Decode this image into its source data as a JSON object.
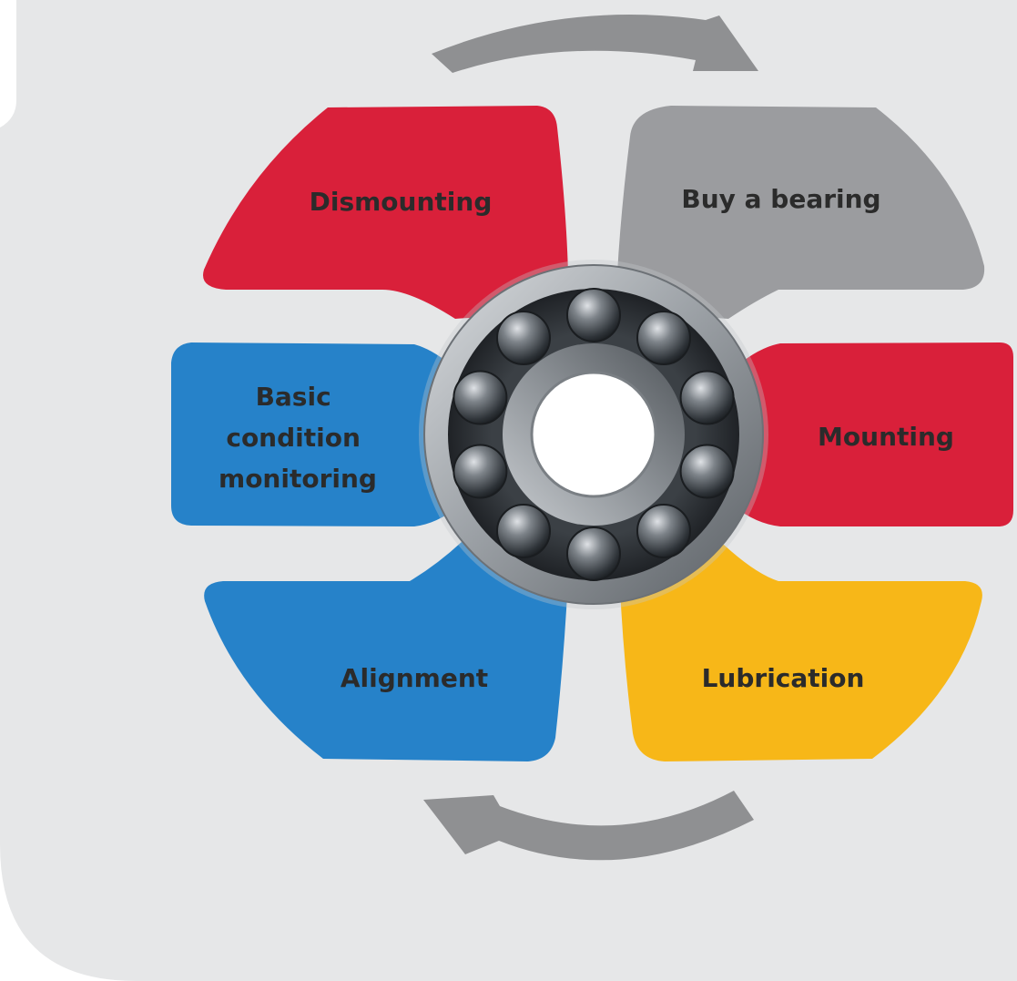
{
  "diagram": {
    "segments": [
      {
        "id": "dismounting",
        "lines": [
          "Dismounting"
        ],
        "color": "#d9203a"
      },
      {
        "id": "buy-a-bearing",
        "lines": [
          "Buy a bearing"
        ],
        "color": "#9b9c9f"
      },
      {
        "id": "mounting",
        "lines": [
          "Mounting"
        ],
        "color": "#d9203a"
      },
      {
        "id": "lubrication",
        "lines": [
          "Lubrication"
        ],
        "color": "#f7b718"
      },
      {
        "id": "alignment",
        "lines": [
          "Alignment"
        ],
        "color": "#2682c9"
      },
      {
        "id": "basic-condition-monitoring",
        "lines": [
          "Basic",
          "condition",
          "monitoring"
        ],
        "color": "#2682c9"
      }
    ],
    "cycle_arrow_color": "#8f9092",
    "panel_color": "#e6e7e8",
    "center_icon": "ball-bearing-icon"
  }
}
